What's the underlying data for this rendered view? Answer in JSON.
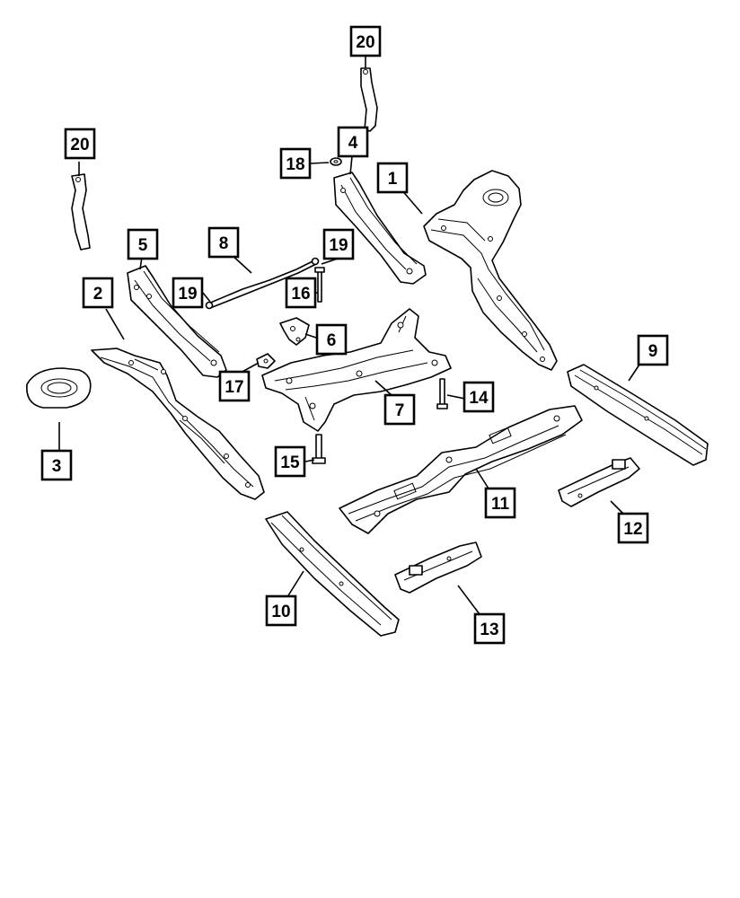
{
  "callouts": [
    {
      "id": "c1",
      "text": "1"
    },
    {
      "id": "c2",
      "text": "2"
    },
    {
      "id": "c3",
      "text": "3"
    },
    {
      "id": "c4",
      "text": "4"
    },
    {
      "id": "c5",
      "text": "5"
    },
    {
      "id": "c6",
      "text": "6"
    },
    {
      "id": "c7",
      "text": "7"
    },
    {
      "id": "c8",
      "text": "8"
    },
    {
      "id": "c9",
      "text": "9"
    },
    {
      "id": "c10",
      "text": "10"
    },
    {
      "id": "c11",
      "text": "11"
    },
    {
      "id": "c12",
      "text": "12"
    },
    {
      "id": "c13",
      "text": "13"
    },
    {
      "id": "c14",
      "text": "14"
    },
    {
      "id": "c15",
      "text": "15"
    },
    {
      "id": "c16",
      "text": "16"
    },
    {
      "id": "c17",
      "text": "17"
    },
    {
      "id": "c18",
      "text": "18"
    },
    {
      "id": "c19a",
      "text": "19"
    },
    {
      "id": "c19b",
      "text": "19"
    },
    {
      "id": "c20a",
      "text": "20"
    },
    {
      "id": "c20b",
      "text": "20"
    }
  ]
}
